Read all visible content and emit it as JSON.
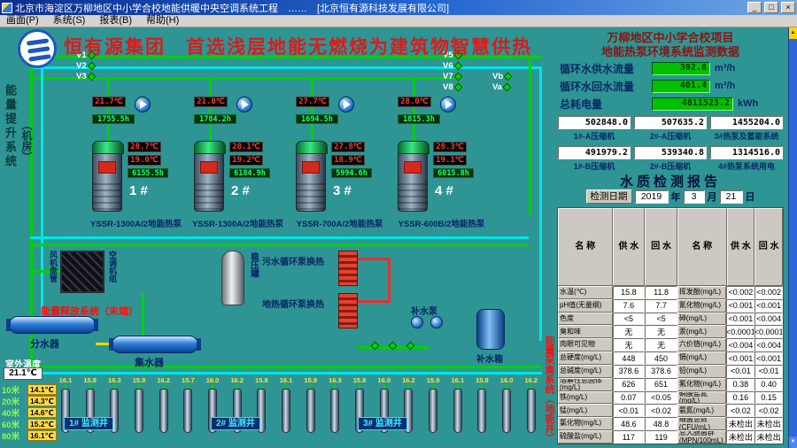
{
  "window": {
    "title": "北京市海淀区万柳地区中小学合校地能供暖中央空调系统工程　……　[北京恒有源科技发展有限公司]",
    "buttons": {
      "minimize": "_",
      "maximize": "□",
      "close": "×"
    }
  },
  "menu": {
    "items": [
      {
        "label": "画面(P)"
      },
      {
        "label": "系统(S)"
      },
      {
        "label": "报表(B)"
      },
      {
        "label": "帮助(H)"
      }
    ]
  },
  "banner": {
    "title": "恒有源集团　首选浅层地能无燃烧为建筑物智慧供热"
  },
  "colors": {
    "background_teal": "#2e9594",
    "pipe_green": "#00d200",
    "pipe_cyan": "#00e6e6",
    "pipe_yellow": "#ffd400",
    "alarm_red": "#ef1313",
    "led_green_bg": "#00c000",
    "led_red_text": "#ff3a26",
    "banner_red": "#da1b1b"
  },
  "monitor": {
    "title_line1": "万柳地区中小学合校项目",
    "title_line2": "地能热泵环境系统监测数据",
    "flows": [
      {
        "label": "循环水供水流量",
        "value": "392.6",
        "unit": "m³/h"
      },
      {
        "label": "循环水回水流量",
        "value": "401.4",
        "unit": "m³/h"
      },
      {
        "label": "总耗电量",
        "value": "4811523.2",
        "unit": "kWh"
      }
    ],
    "meters": [
      {
        "value": "502848.0",
        "label": "1#-A压缩机"
      },
      {
        "value": "507635.2",
        "label": "2#-A压缩机"
      },
      {
        "value": "1455204.0",
        "label": "3#热泵及蓄能系统"
      },
      {
        "value": "491979.2",
        "label": "1#-B压缩机"
      },
      {
        "value": "539340.8",
        "label": "2#-B压缩机"
      },
      {
        "value": "1314516.0",
        "label": "4#热泵系统用电"
      }
    ],
    "report": {
      "title": "水质检测报告",
      "date_label": "检测日期",
      "year": "2019",
      "year_unit": "年",
      "month": "3",
      "month_unit": "月",
      "day": "21",
      "day_unit": "日"
    },
    "table": {
      "headers": [
        "名 称",
        "供 水",
        "回 水",
        "名 称",
        "供 水",
        "回 水"
      ],
      "rows": [
        {
          "n1": "水温(℃)",
          "g1": "15.8",
          "h1": "11.8",
          "n2": "挥发酚(mg/L)",
          "g2": "<0.002",
          "h2": "<0.002"
        },
        {
          "n1": "pH值(无量纲)",
          "g1": "7.6",
          "h1": "7.7",
          "n2": "氰化物(mg/L)",
          "g2": "<0.001",
          "h2": "<0.001"
        },
        {
          "n1": "色度",
          "g1": "<5",
          "h1": "<5",
          "n2": "砷(mg/L)",
          "g2": "<0.001",
          "h2": "<0.004"
        },
        {
          "n1": "臭和味",
          "g1": "无",
          "h1": "无",
          "n2": "汞(mg/L)",
          "g2": "<0.0001",
          "h2": "<0.0001"
        },
        {
          "n1": "肉眼可见物",
          "g1": "无",
          "h1": "无",
          "n2": "六价铬(mg/L)",
          "g2": "<0.004",
          "h2": "<0.004"
        },
        {
          "n1": "总硬度(mg/L)",
          "g1": "448",
          "h1": "450",
          "n2": "镉(mg/L)",
          "g2": "<0.001",
          "h2": "<0.001"
        },
        {
          "n1": "总碱度(mg/L)",
          "g1": "378.6",
          "h1": "378.6",
          "n2": "铅(mg/L)",
          "g2": "<0.01",
          "h2": "<0.01"
        },
        {
          "n1": "溶解性总固体(mg/L)",
          "g1": "626",
          "h1": "651",
          "n2": "氟化物(mg/L)",
          "g2": "0.38",
          "h2": "0.40"
        },
        {
          "n1": "铁(mg/L)",
          "g1": "0.07",
          "h1": "<0.05",
          "n2": "硝酸盐氮(mg/L)",
          "g2": "0.16",
          "h2": "0.15"
        },
        {
          "n1": "锰(mg/L)",
          "g1": "<0.01",
          "h1": "<0.02",
          "n2": "氨氮(mg/L)",
          "g2": "<0.02",
          "h2": "<0.02"
        },
        {
          "n1": "氯化物(mg/L)",
          "g1": "48.6",
          "h1": "48.8",
          "n2": "细菌总数(CFU/mL)",
          "g2": "未检出",
          "h2": "未检出"
        },
        {
          "n1": "硫酸盐(mg/L)",
          "g1": "117",
          "h1": "119",
          "n2": "总大肠菌群(MPN/100mL)",
          "g2": "未检出",
          "h2": "未检出"
        }
      ]
    }
  },
  "plant": {
    "left_system_label": "能量提升系统",
    "left_system_sub": "（机房）",
    "end_system_label": "能量释放系统（末端）",
    "well_system_label": "能量采集系统（地能井）",
    "valves": [
      "V1",
      "V2",
      "V3",
      "V5",
      "V6",
      "V7",
      "V8",
      "Vb",
      "Va"
    ],
    "pumps": [
      {
        "temp": "21.7℃",
        "hours": "1755.5h"
      },
      {
        "temp": "21.0℃",
        "hours": "1784.2h"
      },
      {
        "temp": "27.7℃",
        "hours": "1694.5h"
      },
      {
        "temp": "28.0℃",
        "hours": "1815.3h"
      }
    ],
    "units": [
      {
        "model": "YSSR-1300A/2地能热泵",
        "num": "1 #",
        "hours": "6155.5h",
        "t1": "28.7℃",
        "t2": "19.0℃"
      },
      {
        "model": "YSSR-1300A/2地能热泵",
        "num": "2 #",
        "hours": "6184.9h",
        "t1": "28.1℃",
        "t2": "19.2℃"
      },
      {
        "model": "YSSR-700A/2地能热泵",
        "num": "3 #",
        "hours": "5994.6h",
        "t1": "27.8℃",
        "t2": "18.9℃"
      },
      {
        "model": "YSSR-600B/2地能热泵",
        "num": "4 #",
        "hours": "6015.8h",
        "t1": "28.3℃",
        "t2": "19.1℃"
      }
    ],
    "equipment": {
      "hx1_label": "污水循环泵换热",
      "hx2_label": "地热循环泵换热",
      "vessel_label": "稳压罐",
      "fan_coil_left": "风机盘管",
      "fan_coil_right": "空调机组",
      "distributor": "分水器",
      "collector": "集水器",
      "makeup_tank": "补水箱",
      "makeup_pump": "补水泵"
    },
    "outdoor": {
      "label": "室外温度",
      "value": "21.1℃"
    },
    "depths": [
      {
        "d": "10米",
        "t": "14.1℃"
      },
      {
        "d": "20米",
        "t": "14.3℃"
      },
      {
        "d": "40米",
        "t": "14.6℃"
      },
      {
        "d": "60米",
        "t": "15.2℃"
      },
      {
        "d": "80米",
        "t": "16.1℃"
      }
    ],
    "wells": {
      "groups": [
        "1# 监测井",
        "2# 监测井",
        "3# 监测井"
      ],
      "temps": [
        {
          "t": "16.1"
        },
        {
          "t": "15.8"
        },
        {
          "t": "16.3"
        },
        {
          "t": "15.9"
        },
        {
          "t": "16.2"
        },
        {
          "t": "15.7"
        },
        {
          "t": "16.0"
        },
        {
          "t": "16.2"
        },
        {
          "t": "15.8"
        },
        {
          "t": "16.1"
        },
        {
          "t": "15.9"
        },
        {
          "t": "16.3"
        },
        {
          "t": "15.8"
        },
        {
          "t": "16.0"
        },
        {
          "t": "16.2"
        },
        {
          "t": "15.9"
        },
        {
          "t": "16.1"
        },
        {
          "t": "15.8"
        },
        {
          "t": "16.0"
        },
        {
          "t": "16.2"
        }
      ]
    }
  }
}
